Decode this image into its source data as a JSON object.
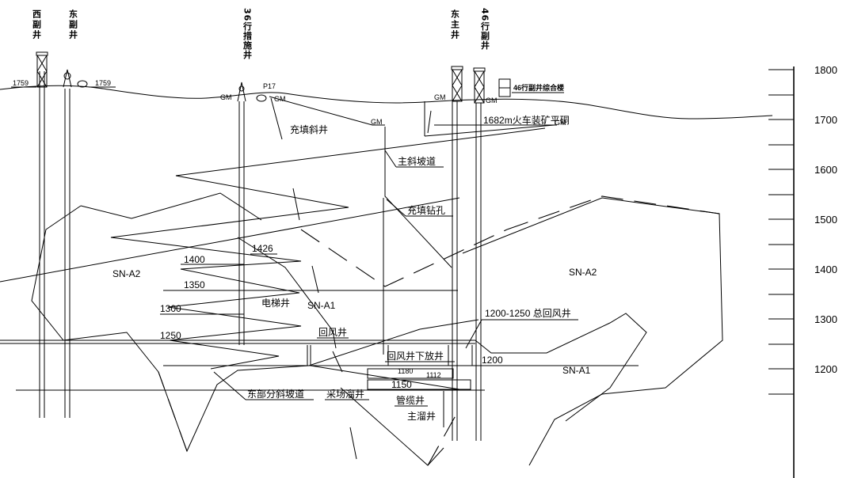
{
  "shafts": {
    "west_aux": "西副井",
    "east_aux": "东副井",
    "line36_measure": "36行措施井",
    "east_main": "东主井",
    "line46_aux": "46行副井"
  },
  "surface": {
    "elev_left": "1759",
    "elev_right": "1759",
    "p17": "P17",
    "gm": "GM",
    "building": "46行副井综合楼"
  },
  "labels": {
    "fill_incline_shaft": "充填斜井",
    "adit_1682": "1682m火车装矿平硐",
    "main_ramp": "主斜坡道",
    "fill_borehole": "充填钻孔",
    "elevator_shaft": "电梯井",
    "return_air_shaft": "回风井",
    "east_ramp": "东部分斜坡道",
    "stope_orepass": "采场溜井",
    "cable_shaft": "管缆井",
    "main_orepass": "主溜井",
    "return_air_down": "回风井下放井",
    "total_return": "1200-1250 总回风井"
  },
  "levels": {
    "l1426": "1426",
    "l1400": "1400",
    "l1350": "1350",
    "l1300": "1300",
    "l1250": "1250",
    "l1200": "1200",
    "l1150": "1150",
    "l1112": "1112",
    "l1180": "1180"
  },
  "orebodies": {
    "left": "SN-A2",
    "right": "SN-A2",
    "mid": "SN-A1",
    "lower": "SN-A1"
  },
  "scale": {
    "ticks": [
      "1800",
      "1700",
      "1600",
      "1500",
      "1400",
      "1300",
      "1200"
    ]
  }
}
